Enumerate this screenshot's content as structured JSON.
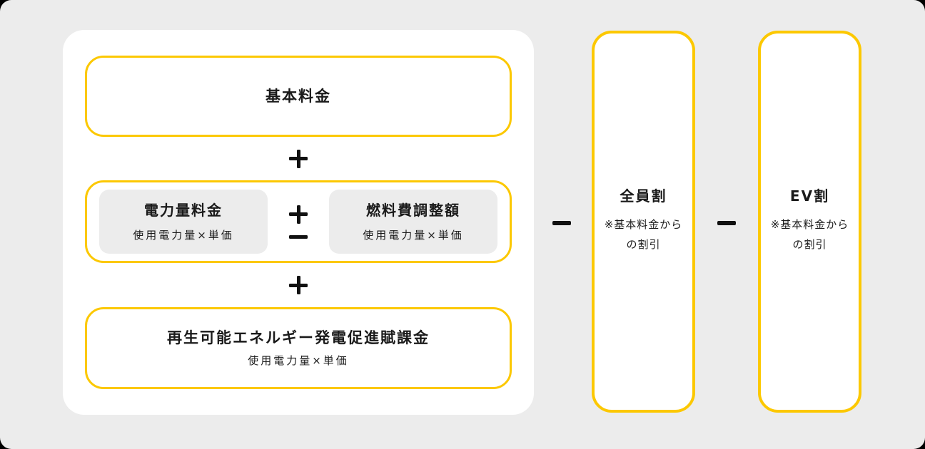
{
  "colors": {
    "accent_yellow": "#FCC800",
    "canvas_background": "#ECECEC",
    "box_background": "#FFFFFF",
    "muted_box_background": "#ECECEC",
    "text": "#1A1A1A"
  },
  "operators": {
    "plus": "+",
    "minus": "−",
    "plus_minus": "±"
  },
  "panel": {
    "basic_charge": {
      "title": "基本料金"
    },
    "energy_charge": {
      "title": "電力量料金",
      "subtitle": "使用電力量×単価"
    },
    "fuel_adjustment": {
      "title": "燃料費調整額",
      "subtitle": "使用電力量×単価"
    },
    "renewable_levy": {
      "title": "再生可能エネルギー発電促進賦課金",
      "subtitle": "使用電力量×単価"
    }
  },
  "discounts": [
    {
      "title": "全員割",
      "note_lines": [
        "※基本料金から",
        "の割引"
      ]
    },
    {
      "title": "EV割",
      "note_lines": [
        "※基本料金から",
        "の割引"
      ]
    }
  ]
}
